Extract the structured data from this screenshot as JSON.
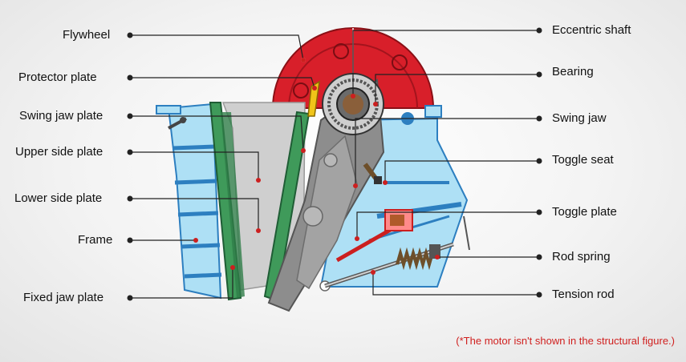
{
  "labels_left": [
    {
      "id": "flywheel",
      "text": "Flywheel"
    },
    {
      "id": "protector-plate",
      "text": "Protector plate"
    },
    {
      "id": "swing-jaw-plate",
      "text": "Swing jaw plate"
    },
    {
      "id": "upper-side-plate",
      "text": "Upper side plate"
    },
    {
      "id": "lower-side-plate",
      "text": "Lower side plate"
    },
    {
      "id": "frame",
      "text": "Frame"
    },
    {
      "id": "fixed-jaw-plate",
      "text": "Fixed jaw plate"
    }
  ],
  "labels_right": [
    {
      "id": "eccentric-shaft",
      "text": "Eccentric shaft"
    },
    {
      "id": "bearing",
      "text": "Bearing"
    },
    {
      "id": "swing-jaw",
      "text": "Swing jaw"
    },
    {
      "id": "toggle-seat",
      "text": "Toggle seat"
    },
    {
      "id": "toggle-plate",
      "text": "Toggle plate"
    },
    {
      "id": "rod-spring",
      "text": "Rod spring"
    },
    {
      "id": "tension-rod",
      "text": "Tension rod"
    }
  ],
  "note": "(*The motor isn't shown in the structural figure.)",
  "colors": {
    "frame": "#aee0f5",
    "frame_stroke": "#2d7fc0",
    "flywheel": "#d81f2a",
    "jaw_plate": "#3f9a5a",
    "swing_jaw": "#8d8d8d",
    "side_plate": "#cfcfcf",
    "leader_red": "#cc1f1f",
    "note": "#d0201f"
  }
}
